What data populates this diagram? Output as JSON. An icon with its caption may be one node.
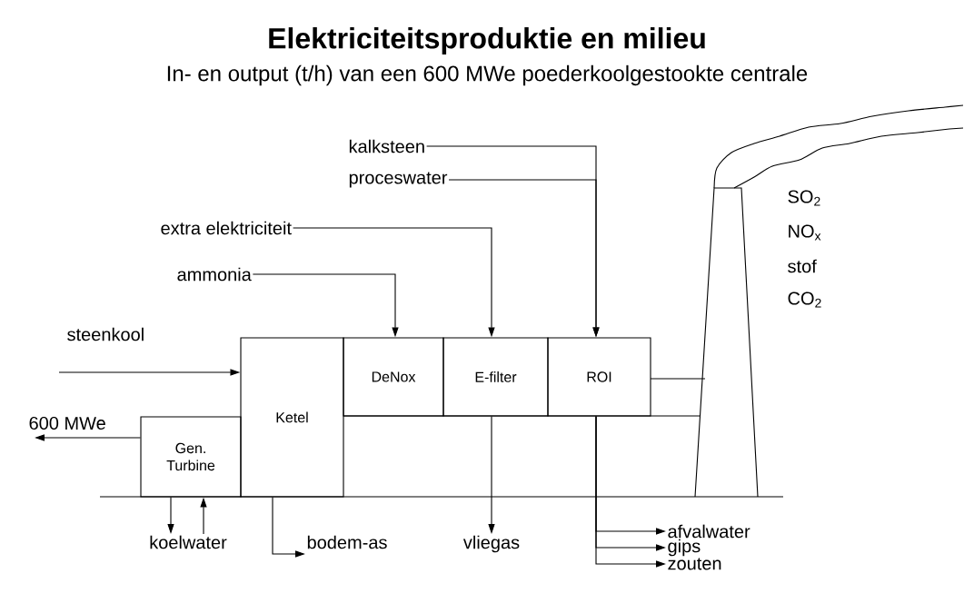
{
  "diagram": {
    "title": "Elektriciteitsproduktie en milieu",
    "nodes": [
      {
        "text": [
          "Ketel"
        ]
      },
      {
        "text": [
          "DeNox"
        ]
      },
      {
        "text": [
          "E-filter"
        ]
      },
      {
        "text": [
          "ROI"
        ]
      },
      {
        "text": [
          "Gen. Turbine"
        ]
      },
      {
        "text": [
          "ammonia"
        ]
      },
      {
        "text": [
          "extra elektriciteit"
        ]
      },
      {
        "text": [
          "kalksteen"
        ]
      },
      {
        "text": [
          "proceswater"
        ]
      },
      {
        "text": [
          "koelwater"
        ]
      },
      {
        "text": [
          "bodem-as"
        ]
      },
      {
        "text": [
          "vliegas"
        ]
      },
      {
        "text": [
          "afvalwater"
        ]
      },
      {
        "text": [
          "gips"
        ]
      },
      {
        "text": [
          "zouten"
        ]
      }
    ],
    "edges": [
      {
        "from": null,
        "to": 0,
        "arrow": "to",
        "label": "steenkool"
      },
      {
        "from": 4,
        "to": null,
        "arrow": "to",
        "label": "600 MWe"
      },
      {
        "from": 5,
        "to": 1,
        "arrow": "to"
      },
      {
        "from": 6,
        "to": 2,
        "arrow": "to"
      },
      {
        "from": 7,
        "to": 3,
        "arrow": "to"
      },
      {
        "from": 8,
        "to": 3,
        "arrow": "to"
      },
      {
        "from": 4,
        "to": 9,
        "arrow": "to"
      },
      {
        "from": 9,
        "to": 4,
        "arrow": "to"
      },
      {
        "from": 0,
        "to": 10,
        "arrow": "to"
      },
      {
        "from": 2,
        "to": 11,
        "arrow": "to"
      },
      {
        "from": 3,
        "to": 12,
        "arrow": "to"
      },
      {
        "from": 3,
        "to": 13,
        "arrow": "to"
      },
      {
        "from": 3,
        "to": 14,
        "arrow": "to"
      }
    ],
    "labels": [
      "In- en output (t/h) van een 600 MWe poederkoolgestookte centrale",
      "SO$_{2}$",
      "NO$_{x}$",
      "stof",
      "CO$_{2}$"
    ]
  }
}
